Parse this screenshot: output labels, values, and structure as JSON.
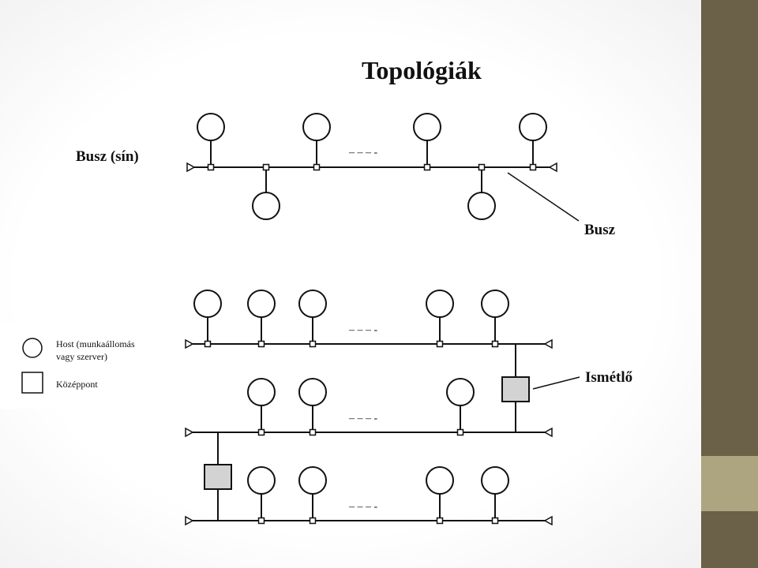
{
  "title": "Topológiák",
  "bus_label": "Busz (sín)",
  "bus_callout": "Busz",
  "repeater_callout": "Ismétlő",
  "legend": {
    "host_line1": "Host (munkaállomás",
    "host_line2": "vagy szerver)",
    "center": "Középpont"
  },
  "ellipsis": "– – – -",
  "theme": {
    "sidebar": "#6b6149",
    "accent": "#aca57f"
  }
}
